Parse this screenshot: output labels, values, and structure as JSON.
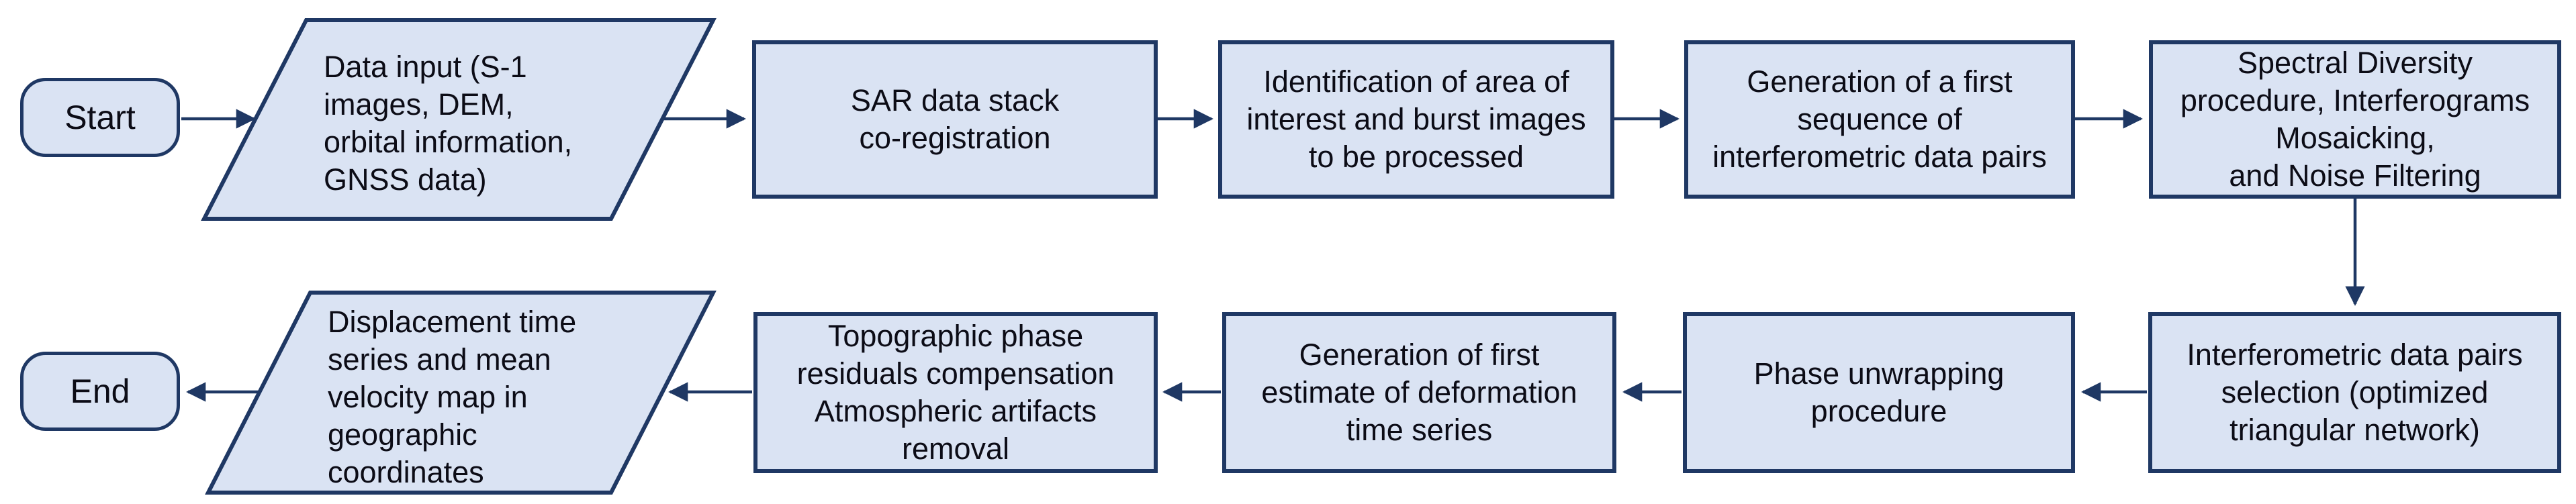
{
  "diagram": {
    "type": "flowchart",
    "description": "SAR interferometric processing workflow, top row flows left to right, bottom row flows right to left",
    "colors": {
      "node_fill": "#dae3f3",
      "node_border": "#1f3864",
      "arrow": "#1f3864",
      "text": "#0c0c16",
      "background": "#ffffff"
    },
    "nodes": [
      {
        "id": "start",
        "shape": "terminator",
        "label": "Start"
      },
      {
        "id": "data-input",
        "shape": "parallelogram",
        "label": "Data input (S-1\nimages, DEM,\norbital information,\nGNSS data)"
      },
      {
        "id": "sar-coregistration",
        "shape": "process",
        "label": "SAR data stack\nco-registration"
      },
      {
        "id": "identification-aoi",
        "shape": "process",
        "label": "Identification of area of\ninterest and burst images\nto be processed"
      },
      {
        "id": "first-sequence",
        "shape": "process",
        "label": "Generation of a first\nsequence of\ninterferometric data pairs"
      },
      {
        "id": "spectral-diversity",
        "shape": "process",
        "label": "Spectral Diversity\nprocedure, Interferograms\nMosaicking,\nand Noise Filtering"
      },
      {
        "id": "pairs-selection",
        "shape": "process",
        "label": "Interferometric data pairs\nselection (optimized\ntriangular network)"
      },
      {
        "id": "phase-unwrapping",
        "shape": "process",
        "label": "Phase unwrapping\nprocedure"
      },
      {
        "id": "first-estimate",
        "shape": "process",
        "label": "Generation of first\nestimate of deformation\ntime series"
      },
      {
        "id": "topographic-phase",
        "shape": "process",
        "label": "Topographic phase\nresiduals compensation\nAtmospheric artifacts\nremoval"
      },
      {
        "id": "displacement-output",
        "shape": "parallelogram",
        "label": "Displacement time\nseries and mean\nvelocity map in\ngeographic\ncoordinates"
      },
      {
        "id": "end",
        "shape": "terminator",
        "label": "End"
      }
    ],
    "edges": [
      {
        "from": "start",
        "to": "data-input",
        "direction": "right"
      },
      {
        "from": "data-input",
        "to": "sar-coregistration",
        "direction": "right"
      },
      {
        "from": "sar-coregistration",
        "to": "identification-aoi",
        "direction": "right"
      },
      {
        "from": "identification-aoi",
        "to": "first-sequence",
        "direction": "right"
      },
      {
        "from": "first-sequence",
        "to": "spectral-diversity",
        "direction": "right"
      },
      {
        "from": "spectral-diversity",
        "to": "pairs-selection",
        "direction": "down"
      },
      {
        "from": "pairs-selection",
        "to": "phase-unwrapping",
        "direction": "left"
      },
      {
        "from": "phase-unwrapping",
        "to": "first-estimate",
        "direction": "left"
      },
      {
        "from": "first-estimate",
        "to": "topographic-phase",
        "direction": "left"
      },
      {
        "from": "topographic-phase",
        "to": "displacement-output",
        "direction": "left"
      },
      {
        "from": "displacement-output",
        "to": "end",
        "direction": "left"
      }
    ]
  }
}
